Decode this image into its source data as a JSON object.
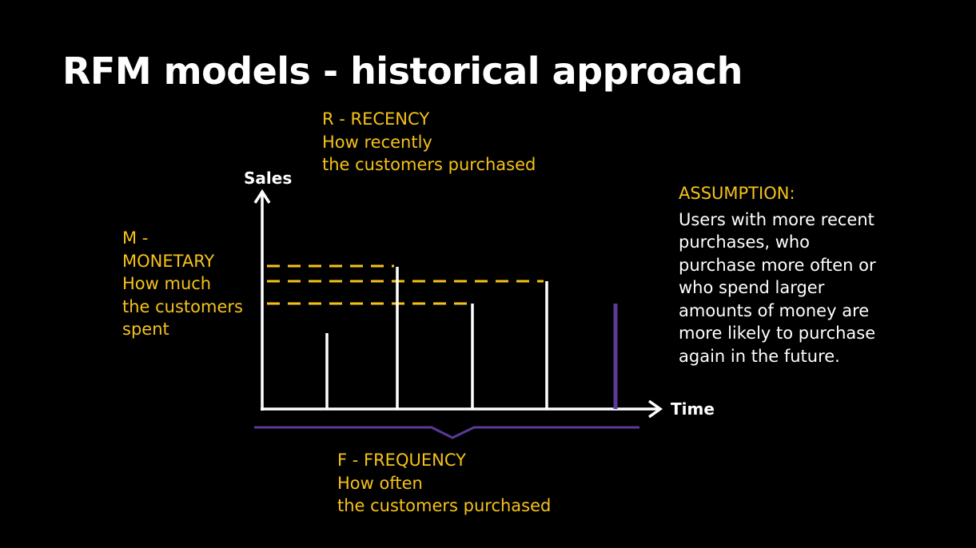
{
  "title": "RFM models - historical approach",
  "recency": {
    "line1": "R  - RECENCY",
    "line2": "How recently",
    "line3": "the customers purchased"
  },
  "monetary": {
    "line1": "M -",
    "line2": "MONETARY",
    "line3": "How much",
    "line4": "the customers",
    "line5": "spent"
  },
  "frequency": {
    "line1": "F - FREQUENCY",
    "line2": "How often",
    "line3": "the customers purchased"
  },
  "assumption": {
    "heading": "ASSUMPTION:",
    "lines": [
      "Users with more recent",
      "purchases, who",
      "purchase  more often or",
      "who spend  larger",
      "amounts of money  are",
      "more likely to purchase",
      "again in the future."
    ]
  },
  "axes": {
    "y_label": "Sales",
    "x_label": "Time"
  },
  "colors": {
    "accent_yellow": "#f6c21a",
    "purple": "#5b3a99",
    "white": "#ffffff"
  }
}
